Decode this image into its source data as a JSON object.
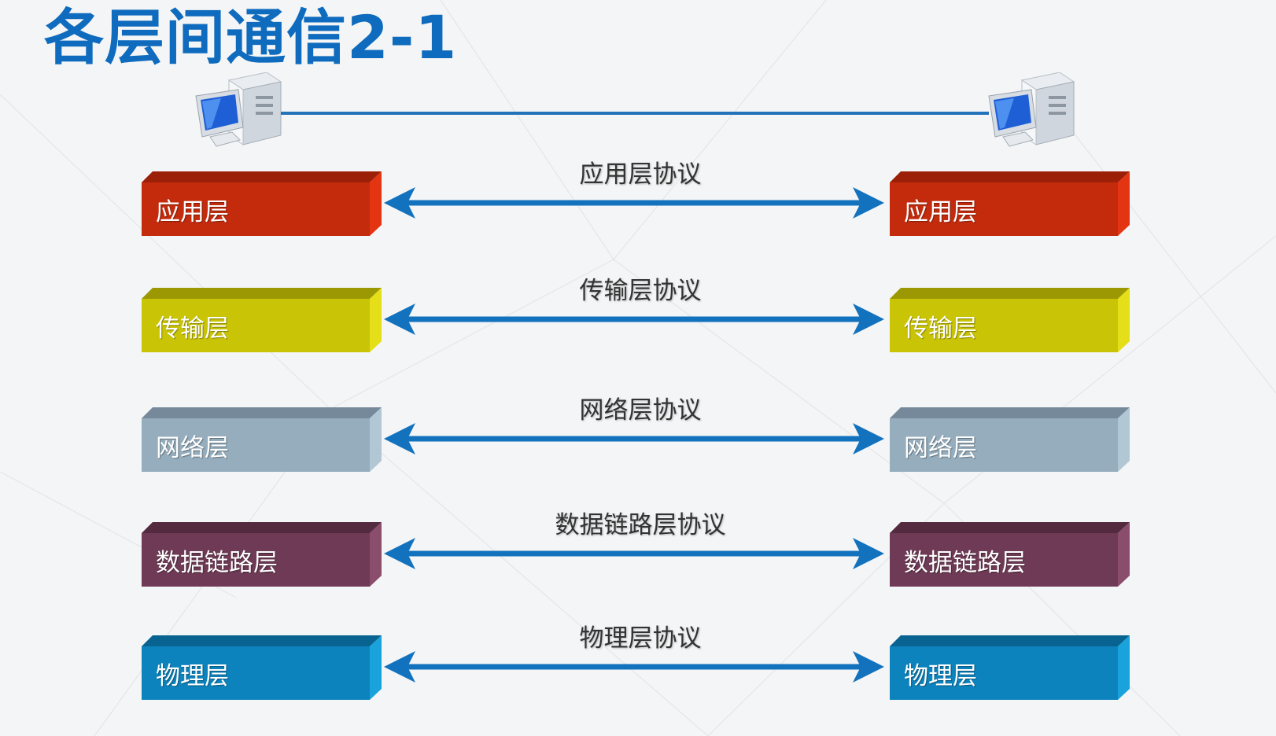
{
  "title": "各层间通信2-1",
  "colors": {
    "title": "#0f6bbd",
    "arrow": "#1372bd",
    "line": "#2373ba",
    "text_dark": "#333333"
  },
  "icons": {
    "left_host": "desktop-computer-icon",
    "right_host": "desktop-computer-icon"
  },
  "layers": [
    {
      "name": "应用层",
      "protocol": "应用层协议",
      "front": "#c42b0c",
      "top": "#9c1f07",
      "side": "#e43512"
    },
    {
      "name": "传输层",
      "protocol": "传输层协议",
      "front": "#c9c406",
      "top": "#9c9804",
      "side": "#e4df18"
    },
    {
      "name": "网络层",
      "protocol": "网络层协议",
      "front": "#95adbd",
      "top": "#75899a",
      "side": "#b2c7d4"
    },
    {
      "name": "数据链路层",
      "protocol": "数据链路层协议",
      "front": "#6e3a55",
      "top": "#532a40",
      "side": "#8a4d6c"
    },
    {
      "name": "物理层",
      "protocol": "物理层协议",
      "front": "#0d83bd",
      "top": "#086391",
      "side": "#1aa2dc"
    }
  ]
}
